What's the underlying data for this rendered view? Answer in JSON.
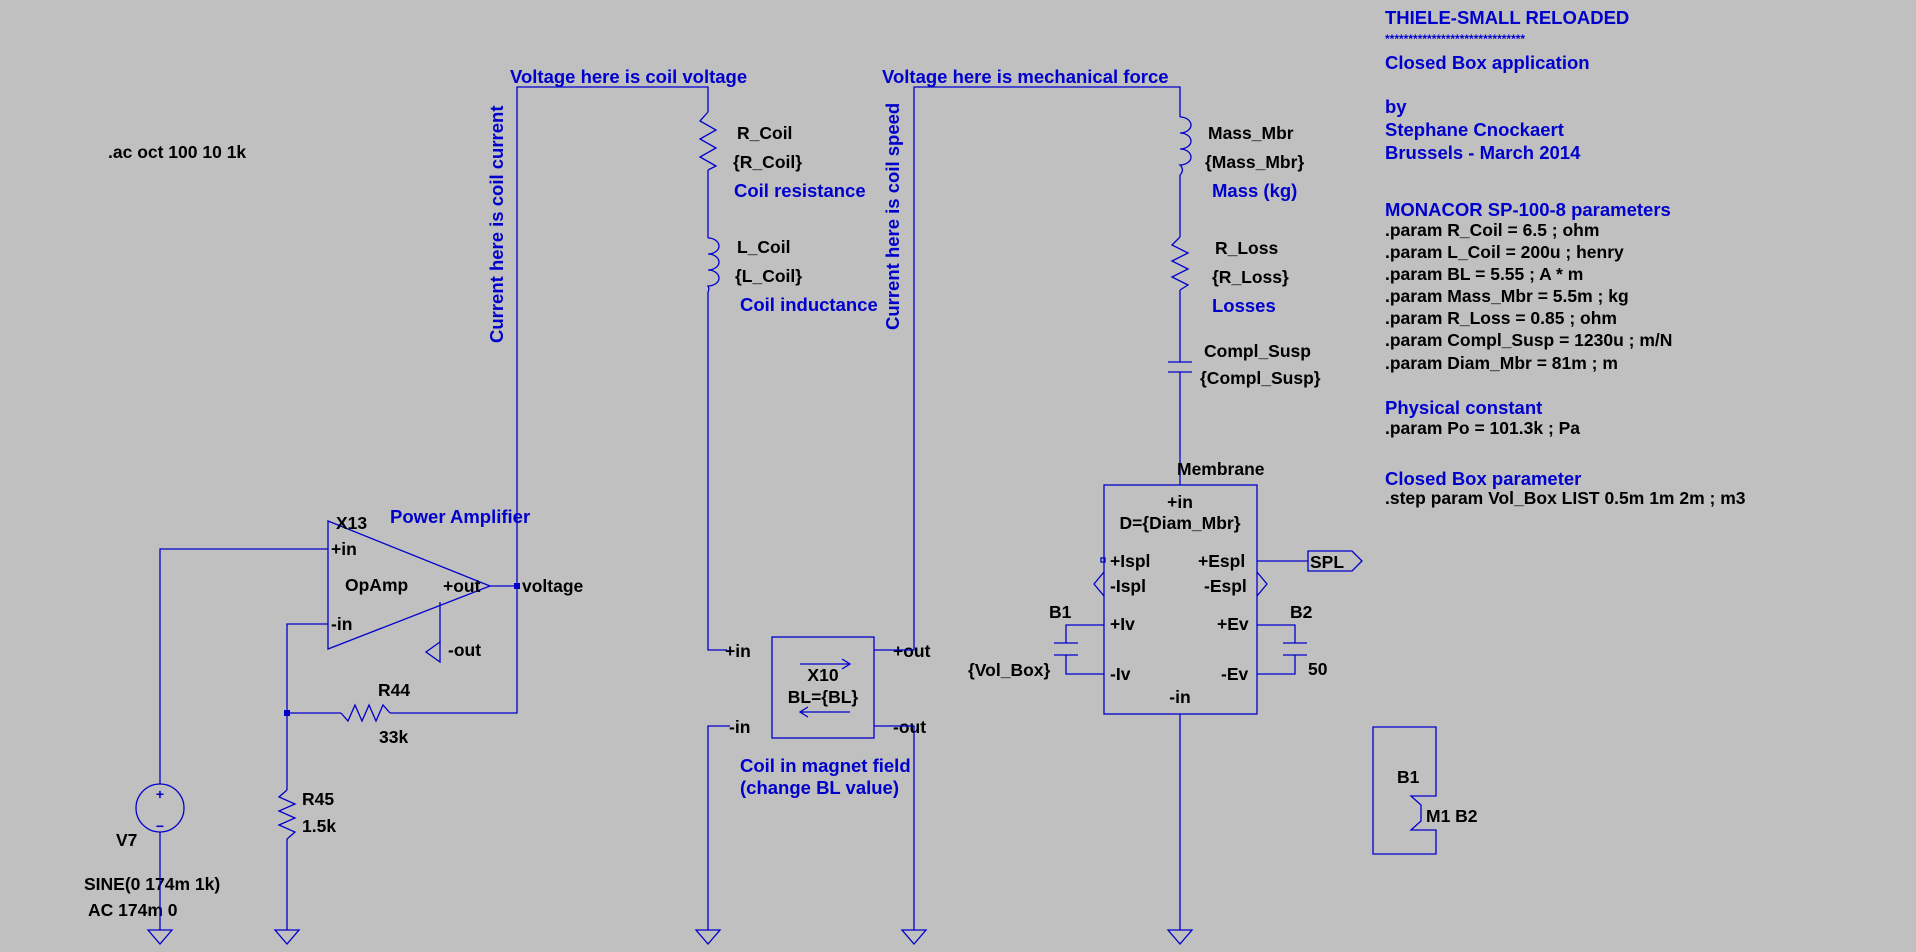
{
  "directive_ac": ".ac oct 100 10 1k",
  "labels": {
    "coil_current": "Current here is coil current",
    "coil_speed": "Current here is coil speed",
    "coil_voltage": "Voltage here is coil voltage",
    "mech_force": "Voltage here is mechanical force",
    "power_amplifier": "Power Amplifier",
    "coil_resistance": "Coil resistance",
    "coil_inductance": "Coil inductance",
    "magnet_field_1": "Coil in magnet field",
    "magnet_field_2": "(change BL value)",
    "mass": "Mass (kg)",
    "losses": "Losses"
  },
  "components": {
    "opamp": {
      "ref": "X13",
      "name": "OpAmp",
      "pin_in_p": "+in",
      "pin_in_n": "-in",
      "pin_out_p": "+out",
      "pin_out_n": "-out"
    },
    "voltage_net": "voltage",
    "r44": {
      "ref": "R44",
      "value": "33k"
    },
    "r45": {
      "ref": "R45",
      "value": "1.5k"
    },
    "v7": {
      "ref": "V7",
      "value1": "SINE(0 174m 1k)",
      "value2": "AC 174m 0",
      "plus": "+",
      "minus": "−"
    },
    "r_coil": {
      "ref": "R_Coil",
      "value": "{R_Coil}"
    },
    "l_coil": {
      "ref": "L_Coil",
      "value": "{L_Coil}"
    },
    "x10": {
      "ref": "X10",
      "value": "BL={BL}",
      "pin_in_p": "+in",
      "pin_out_p": "+out",
      "pin_in_n": "-in",
      "pin_out_n": "-out"
    },
    "mass_mbr": {
      "ref": "Mass_Mbr",
      "value": "{Mass_Mbr}"
    },
    "r_loss": {
      "ref": "R_Loss",
      "value": "{R_Loss}"
    },
    "compl_susp": {
      "ref": "Compl_Susp",
      "value": "{Compl_Susp}"
    },
    "membrane": {
      "ref": "Membrane",
      "value": "D={Diam_Mbr}",
      "pins": {
        "in_p": "+in",
        "in_n": "-in",
        "ispl_p": "+Ispl",
        "ispl_n": "-Ispl",
        "espl_p": "+Espl",
        "espl_n": "-Espl",
        "iv_p": "+Iv",
        "iv_n": "-Iv",
        "ev_p": "+Ev",
        "ev_n": "-Ev"
      }
    },
    "b1": {
      "ref": "B1",
      "value": "{Vol_Box}"
    },
    "b2": {
      "ref": "B2",
      "value": "50"
    },
    "spl_port": "SPL",
    "legend": {
      "b1": "B1",
      "m1b2": "M1 B2"
    }
  },
  "notes": {
    "title": "THIELE-SMALL RELOADED",
    "stars": "******************************",
    "subtitle": "Closed Box application",
    "by": "by",
    "author": "Stephane Cnockaert",
    "place": "Brussels - March 2014",
    "params_header": "MONACOR SP-100-8 parameters",
    "params": [
      ".param R_Coil = 6.5 ; ohm",
      ".param L_Coil = 200u ; henry",
      ".param BL = 5.55 ; A * m",
      ".param Mass_Mbr = 5.5m ; kg",
      ".param R_Loss = 0.85 ; ohm",
      ".param Compl_Susp = 1230u ; m/N",
      ".param Diam_Mbr = 81m ; m"
    ],
    "phys_header": "Physical constant",
    "phys_param": ".param Po = 101.3k ; Pa",
    "box_header": "Closed Box parameter",
    "box_step": ".step param Vol_Box LIST 0.5m 1m 2m ; m3"
  },
  "colors": {
    "background": "#c0c0c0",
    "wire": "#0000cc",
    "text": "#000000",
    "annotation": "#0000cc"
  }
}
